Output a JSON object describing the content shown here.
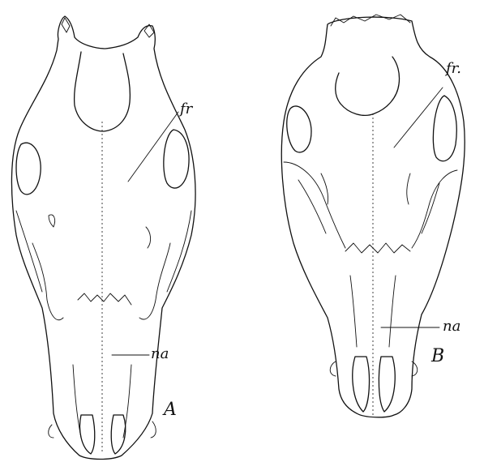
{
  "figure": {
    "skull_a": {
      "panel_letter": "A",
      "labels": {
        "frontal": "fr",
        "nasal": "na"
      }
    },
    "skull_b": {
      "panel_letter": "B",
      "labels": {
        "frontal": "fr.",
        "nasal": "na"
      }
    }
  }
}
